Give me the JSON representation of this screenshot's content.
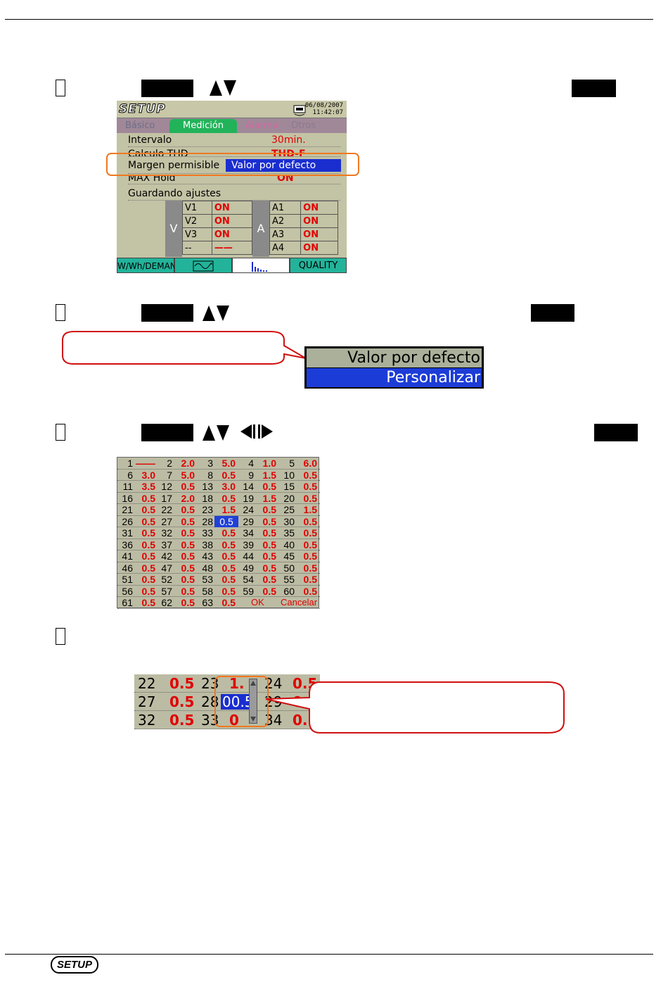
{
  "screen1": {
    "title": "SETUP",
    "date": "06/08/2007",
    "time": "11:42:07",
    "tabs": [
      "Básico",
      "Medición",
      "Alarma",
      "Otros"
    ],
    "rows": [
      {
        "label": "Intervalo",
        "value": "30min."
      },
      {
        "label": "Calculo THD",
        "value": "THD-F"
      },
      {
        "label": "Margen permisible",
        "value": "Valor por defecto"
      },
      {
        "label": "MAX Hold",
        "value": "ON"
      },
      {
        "label": "Guardando ajustes",
        "value": ""
      }
    ],
    "v_label": "V",
    "a_label": "A",
    "v_channels": [
      {
        "name": "V1",
        "state": "ON"
      },
      {
        "name": "V2",
        "state": "ON"
      },
      {
        "name": "V3",
        "state": "ON"
      },
      {
        "name": "--",
        "state": "——"
      }
    ],
    "a_channels": [
      {
        "name": "A1",
        "state": "ON"
      },
      {
        "name": "A2",
        "state": "ON"
      },
      {
        "name": "A3",
        "state": "ON"
      },
      {
        "name": "A4",
        "state": "ON"
      }
    ],
    "footer": {
      "demand": "W/Wh/DEMAND",
      "quality": "QUALITY"
    }
  },
  "screen2": {
    "options": [
      "Valor por defecto",
      "Personalizar"
    ]
  },
  "screen3": {
    "cells": [
      [
        "1",
        "——",
        "2",
        "2.0",
        "3",
        "5.0",
        "4",
        "1.0",
        "5",
        "6.0"
      ],
      [
        "6",
        "3.0",
        "7",
        "5.0",
        "8",
        "0.5",
        "9",
        "1.5",
        "10",
        "0.5"
      ],
      [
        "11",
        "3.5",
        "12",
        "0.5",
        "13",
        "3.0",
        "14",
        "0.5",
        "15",
        "0.5"
      ],
      [
        "16",
        "0.5",
        "17",
        "2.0",
        "18",
        "0.5",
        "19",
        "1.5",
        "20",
        "0.5"
      ],
      [
        "21",
        "0.5",
        "22",
        "0.5",
        "23",
        "1.5",
        "24",
        "0.5",
        "25",
        "1.5"
      ],
      [
        "26",
        "0.5",
        "27",
        "0.5",
        "28",
        "0.5",
        "29",
        "0.5",
        "30",
        "0.5"
      ],
      [
        "31",
        "0.5",
        "32",
        "0.5",
        "33",
        "0.5",
        "34",
        "0.5",
        "35",
        "0.5"
      ],
      [
        "36",
        "0.5",
        "37",
        "0.5",
        "38",
        "0.5",
        "39",
        "0.5",
        "40",
        "0.5"
      ],
      [
        "41",
        "0.5",
        "42",
        "0.5",
        "43",
        "0.5",
        "44",
        "0.5",
        "45",
        "0.5"
      ],
      [
        "46",
        "0.5",
        "47",
        "0.5",
        "48",
        "0.5",
        "49",
        "0.5",
        "50",
        "0.5"
      ],
      [
        "51",
        "0.5",
        "52",
        "0.5",
        "53",
        "0.5",
        "54",
        "0.5",
        "55",
        "0.5"
      ],
      [
        "56",
        "0.5",
        "57",
        "0.5",
        "58",
        "0.5",
        "59",
        "0.5",
        "60",
        "0.5"
      ],
      [
        "61",
        "0.5",
        "62",
        "0.5",
        "63",
        "0.5",
        "OK",
        "",
        "Cancelar",
        ""
      ]
    ]
  },
  "screen4": {
    "rows": [
      [
        "22",
        "0.5",
        "23",
        "1.",
        "24",
        "0.5"
      ],
      [
        "27",
        "0.5",
        "28",
        "00.5",
        "29",
        "0."
      ],
      [
        "32",
        "0.5",
        "33",
        "0",
        "34",
        "0."
      ]
    ]
  },
  "footer_badge": "SETUP"
}
